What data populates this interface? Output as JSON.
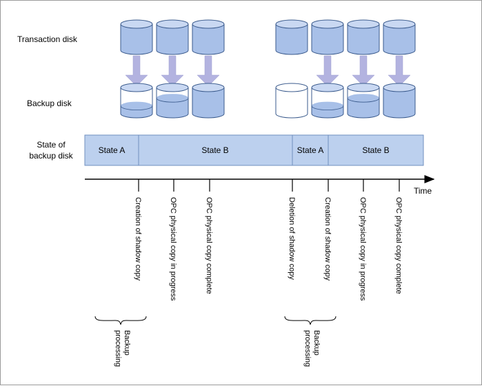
{
  "rows": {
    "transaction": "Transaction disk",
    "backup": "Backup disk",
    "state_line1": "State of",
    "state_line2": "backup disk"
  },
  "states": [
    {
      "label": "State A"
    },
    {
      "label": "State B"
    },
    {
      "label": "State A"
    },
    {
      "label": "State B"
    }
  ],
  "time_label": "Time",
  "events": [
    {
      "label": "Creation of shadow copy"
    },
    {
      "label": "OPC physical copy in progress"
    },
    {
      "label": "OPC physical copy complete"
    },
    {
      "label": "Deletion of shadow copy"
    },
    {
      "label": "Creation of shadow copy"
    },
    {
      "label": "OPC physical copy in progress"
    },
    {
      "label": "OPC physical copy complete"
    }
  ],
  "backup_processing": [
    {
      "line1": "Backup",
      "line2": "processing"
    },
    {
      "line1": "Backup",
      "line2": "processing"
    }
  ],
  "disk_groups": [
    {
      "backup_fill_levels": [
        0.3,
        0.6,
        1.0
      ],
      "arrows": [
        true,
        true,
        true
      ]
    },
    {
      "backup_fill_levels": [
        0.0,
        0.3,
        0.6,
        1.0
      ],
      "arrows": [
        false,
        true,
        true,
        true
      ]
    }
  ],
  "colors": {
    "disk_fill": "#a8c0e8",
    "disk_stroke": "#3a5a8c",
    "disk_top": "#c9d8f2",
    "arrow_fill": "#b3b3e0",
    "state_fill": "#bcd0ee",
    "state_stroke": "#6f8fbf"
  }
}
